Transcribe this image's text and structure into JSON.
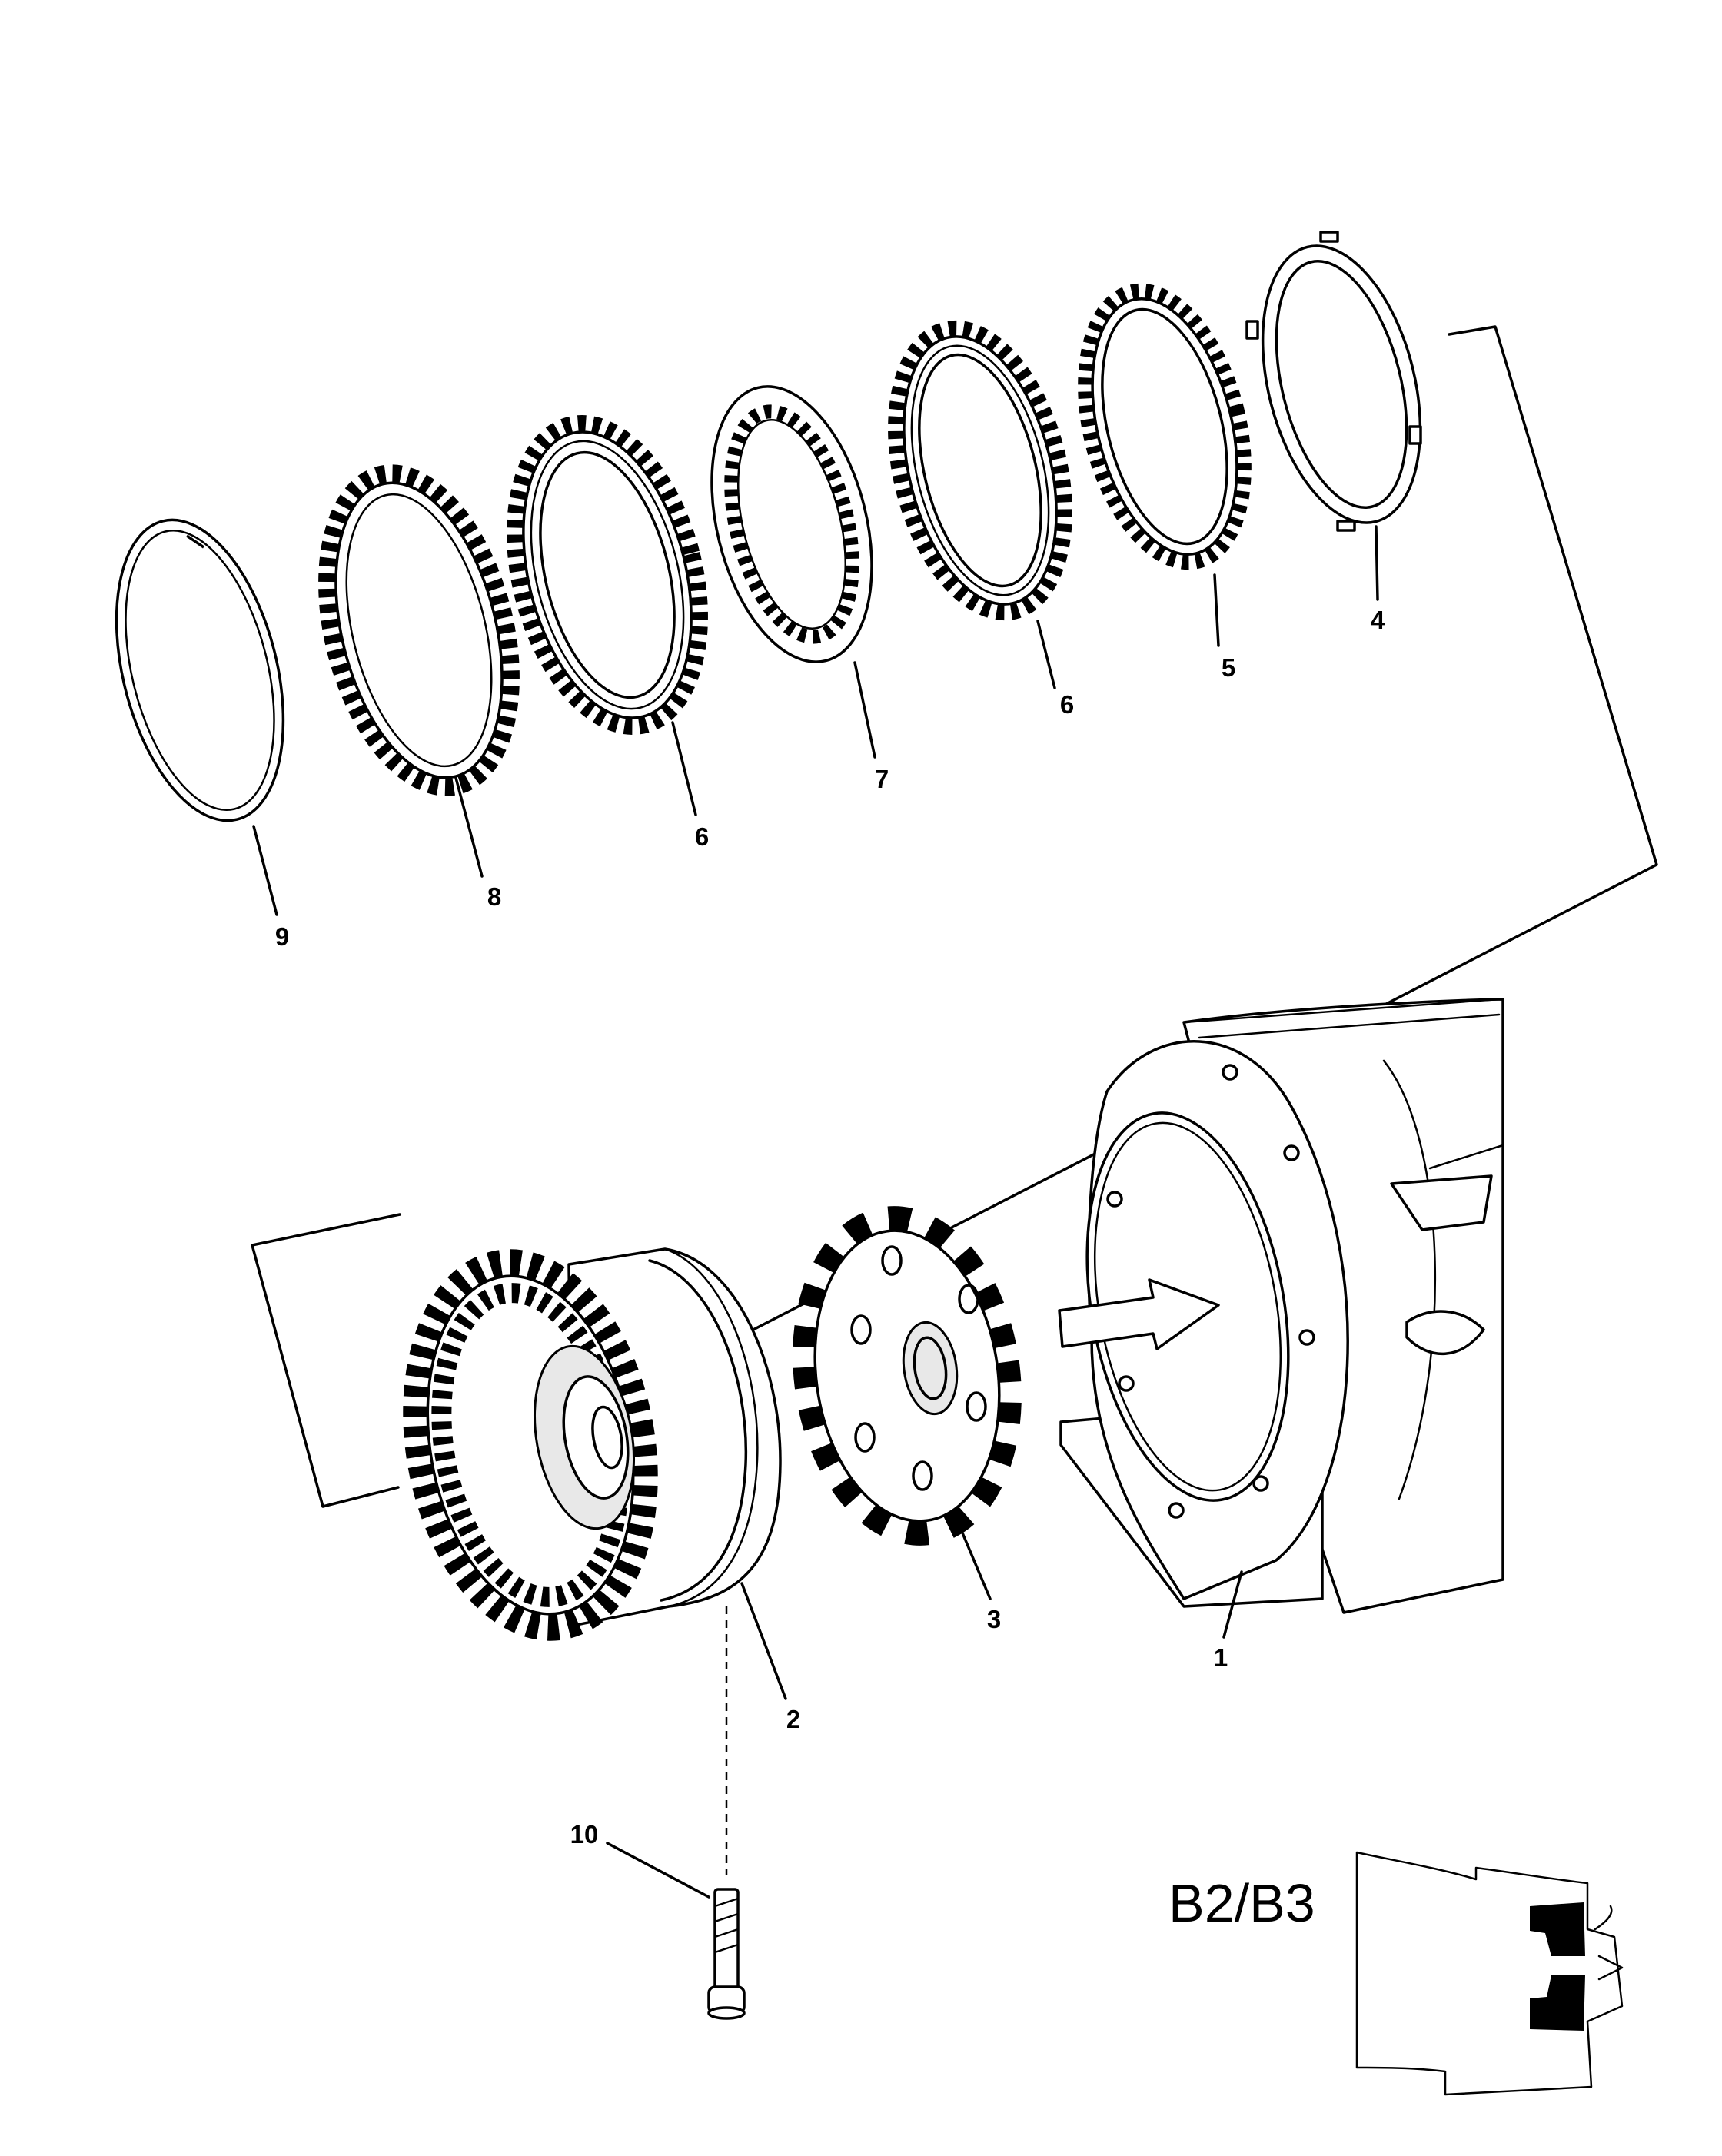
{
  "diagram": {
    "section_label": "B2/B3",
    "callouts": [
      {
        "id": "1",
        "text": "1"
      },
      {
        "id": "2",
        "text": "2"
      },
      {
        "id": "3",
        "text": "3"
      },
      {
        "id": "4",
        "text": "4"
      },
      {
        "id": "5",
        "text": "5"
      },
      {
        "id": "6a",
        "text": "6"
      },
      {
        "id": "6b",
        "text": "6"
      },
      {
        "id": "7",
        "text": "7"
      },
      {
        "id": "8",
        "text": "8"
      },
      {
        "id": "9",
        "text": "9"
      },
      {
        "id": "10",
        "text": "10"
      }
    ]
  }
}
